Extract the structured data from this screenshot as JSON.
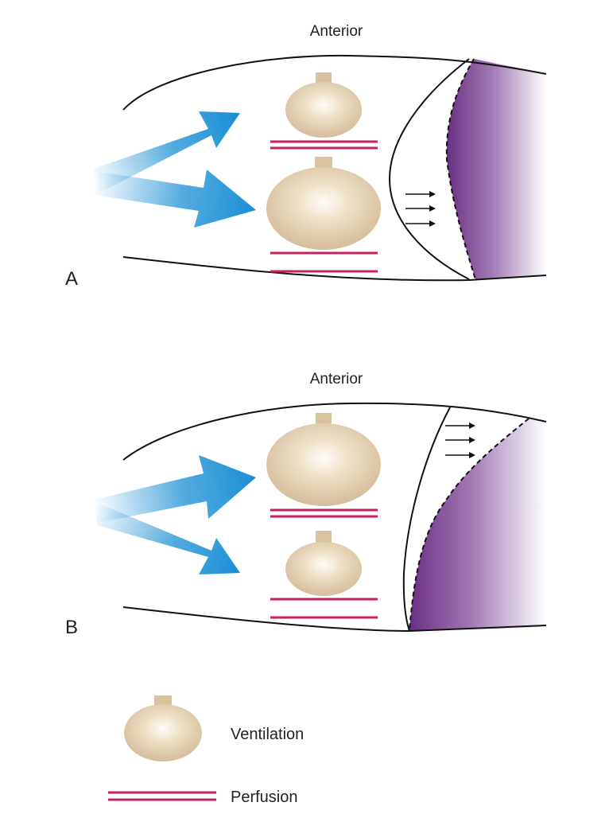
{
  "panel_a": {
    "letter": "A",
    "top_label": "Anterior"
  },
  "panel_b": {
    "letter": "B",
    "top_label": "Anterior"
  },
  "legend": {
    "ventilation_label": "Ventilation",
    "perfusion_label": "Perfusion"
  },
  "colors": {
    "outline": "#111111",
    "arrow_blue": "#1a8fd4",
    "alveolus": "#dcc7a6",
    "perfusion_line": "#c4225f",
    "diaphragm_purple": "#7a3f90"
  }
}
